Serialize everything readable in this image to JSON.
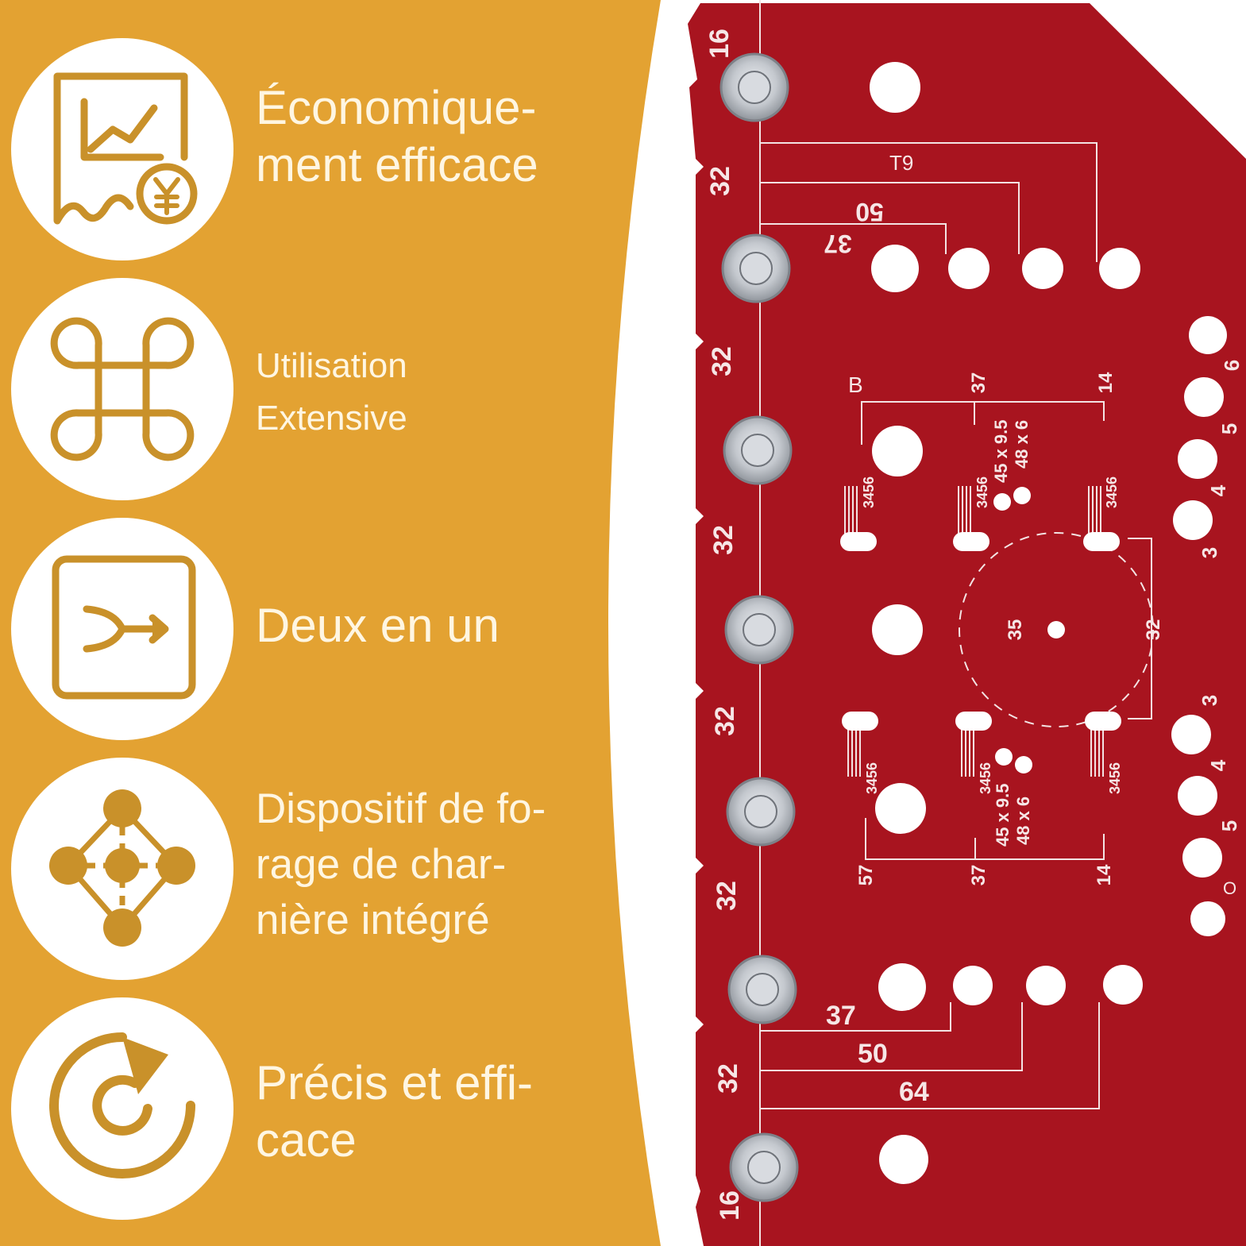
{
  "colors": {
    "background": "#E3A232",
    "icon_gold": "#C9912A",
    "label_text": "#FFF6E2",
    "plate_red": "#A8141F",
    "plate_marking": "#F3E3E3",
    "bushing_silver": "#C9CDD3"
  },
  "features": [
    {
      "label": "Économique-\nment efficace",
      "icon": "chart-invoice-yen-icon"
    },
    {
      "label": "Utilisation\nExtensive",
      "icon": "command-key-icon"
    },
    {
      "label": "Deux en un",
      "icon": "merge-arrows-icon"
    },
    {
      "label": "Dispositif de fo-\nrage de char-\nnière intégré",
      "icon": "network-nodes-icon"
    },
    {
      "label": "Précis et effi-\ncace",
      "icon": "target-arc-icon"
    }
  ],
  "jig": {
    "left_scale": [
      "16",
      "32",
      "32",
      "32",
      "32",
      "32",
      "32",
      "16"
    ],
    "top_dims": {
      "t9": "T9",
      "d50": "50",
      "d37": "37"
    },
    "bottom_dims": {
      "d37": "37",
      "d50": "50",
      "d64": "64"
    },
    "section_b": "B",
    "upper_markers": {
      "m37": "37",
      "m14": "14"
    },
    "lower_markers": {
      "m57": "57",
      "m37": "37",
      "m14": "14"
    },
    "slot_numbers": "3456",
    "hinge_specs": [
      "45 x 9.5",
      "48 x 6"
    ],
    "cup_center": "35",
    "cup_offset": "32",
    "right_upper_scale": [
      "6",
      "5",
      "4",
      "3"
    ],
    "right_lower_scale": [
      "3",
      "4",
      "5"
    ],
    "edge_partial": "O"
  }
}
